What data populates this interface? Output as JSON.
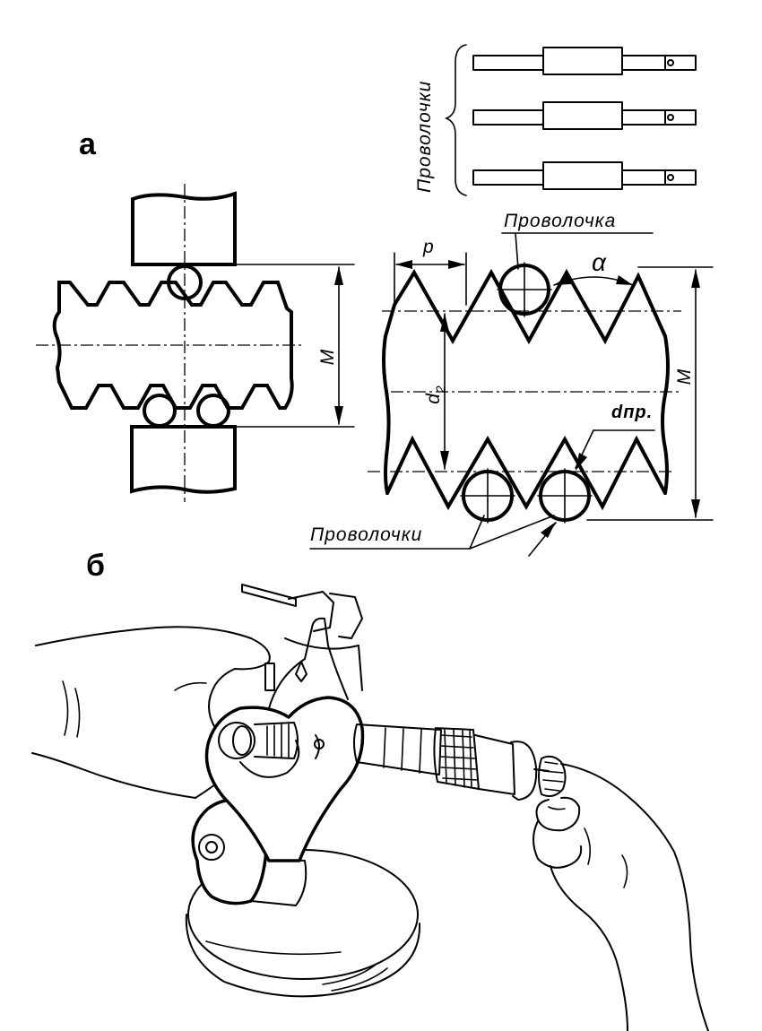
{
  "labels": {
    "panel_a": "а",
    "panel_b": "б",
    "wires_top": "Проволочки",
    "wire_single": "Проволочка",
    "wires_bottom": "Проволочки",
    "dim_M_left": "M",
    "dim_M_right": "M",
    "dim_p": "p",
    "dim_alpha": "α",
    "dim_d2_base": "d",
    "dim_d2_sub": "2",
    "dim_dpr": "dпр."
  }
}
